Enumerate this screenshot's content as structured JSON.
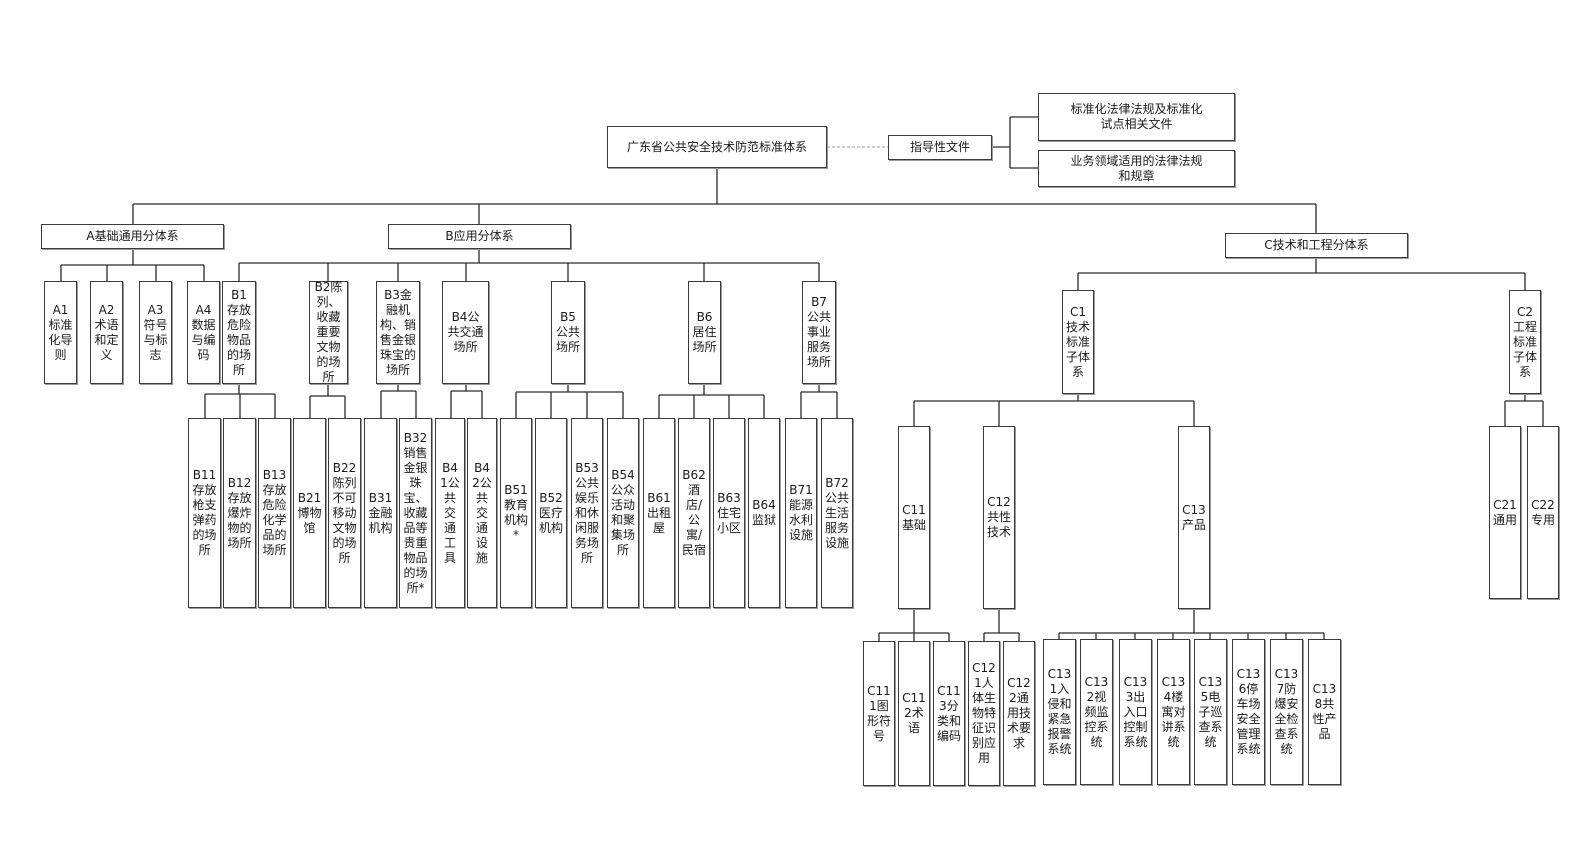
{
  "title": "广东省公共安全技术防范标准体系",
  "guidance": {
    "label": "指导性文件",
    "items": [
      "标准化法律法规及标准化试点相关文件",
      "业务领域适用的法律法规和规章"
    ]
  },
  "sections": {
    "A": {
      "label": "A基础通用分体系",
      "children": [
        "A1标准化导则",
        "A2术语和定义",
        "A3符号与标志",
        "A4数据与编码"
      ]
    },
    "B": {
      "label": "B应用分体系",
      "children": [
        {
          "label": "B1存放危险物品的场所",
          "children": [
            "B11存放枪支弹药的场所",
            "B12存放爆炸物的场所",
            "B13存放危险化学品的场所"
          ]
        },
        {
          "label": "B2陈列、收藏重要文物的场所",
          "children": [
            "B21博物馆",
            "B22陈列不可移动文物的场所"
          ]
        },
        {
          "label": "B3金融机构、销售金银珠宝的场所",
          "children": [
            "B31金融机构",
            "B32销售金银珠宝、收藏品等贵重物品的场所*"
          ]
        },
        {
          "label": "B4公共交通场所",
          "children": [
            "B41公共交通工具",
            "B42公共交通设施"
          ]
        },
        {
          "label": "B5公共场所",
          "children": [
            "B51教育机构*",
            "B52医疗机构",
            "B53公共娱乐和休闲服务场所",
            "B54公众活动和聚集场所"
          ]
        },
        {
          "label": "B6居住场所",
          "children": [
            "B61出租屋",
            "B62酒店/公寓/民宿",
            "B63住宅小区",
            "B64监狱"
          ]
        },
        {
          "label": "B7公共事业服务场所",
          "children": [
            "B71能源水利设施",
            "B72公共生活服务设施"
          ]
        }
      ]
    },
    "C": {
      "label": "C技术和工程分体系",
      "children": [
        {
          "label": "C1技术标准子体系",
          "children": [
            {
              "label": "C11基础",
              "children": [
                "C111图形符号",
                "C112术语",
                "C113分类和编码"
              ]
            },
            {
              "label": "C12共性技术",
              "children": [
                "C121人体生物特征识别应用",
                "C122通用技术要求"
              ]
            },
            {
              "label": "C13产品",
              "children": [
                "C131入侵和紧急报警系统",
                "C132视频监控系统",
                "C133出入口控制系统",
                "C134楼寓对讲系统",
                "C135电子巡查系统",
                "C136停车场安全管理系统",
                "C137防爆安全检查系统",
                "C138共性产品"
              ]
            }
          ]
        },
        {
          "label": "C2工程标准子体系",
          "children": [
            "C21通用",
            "C22专用"
          ]
        }
      ]
    }
  }
}
